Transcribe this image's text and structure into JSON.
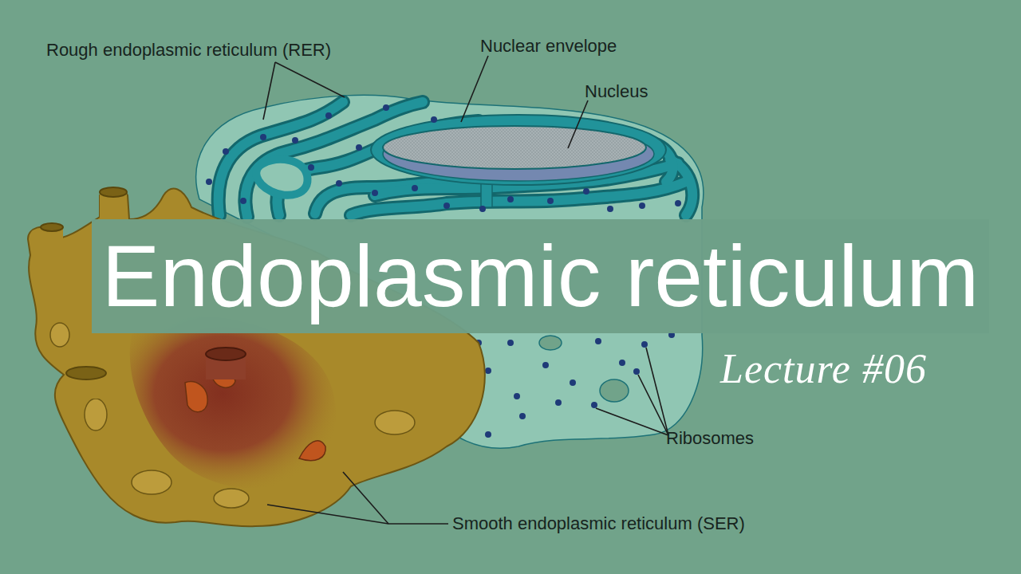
{
  "diagram": {
    "title": "Endoplasmic reticulum",
    "labels": [
      "Rough endoplasmic reticulum (RER)",
      "Nuclear envelope",
      "Nucleus",
      "Lecture #06",
      "Ribosomes",
      "Smooth endoplasmic reticulum (SER)"
    ]
  }
}
